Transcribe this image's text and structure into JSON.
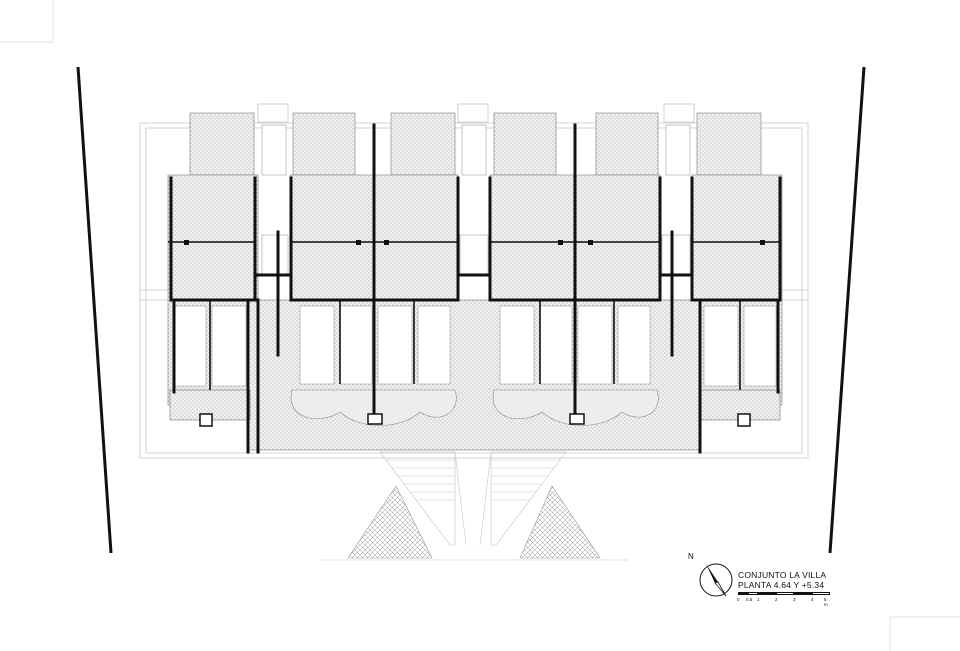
{
  "title_block": {
    "project_name": "CONJUNTO LA VILLA",
    "drawing_title": "PLANTA 4.64 Y +5.34"
  },
  "north_arrow": {
    "letter": "N"
  },
  "scale_bar": {
    "labels": [
      "0",
      "0.5",
      "1",
      "2",
      "3",
      "4",
      "5 m"
    ]
  },
  "colors": {
    "line": "#111111",
    "hatch": "#cfcfcf",
    "faint": "#bdbdbd"
  }
}
